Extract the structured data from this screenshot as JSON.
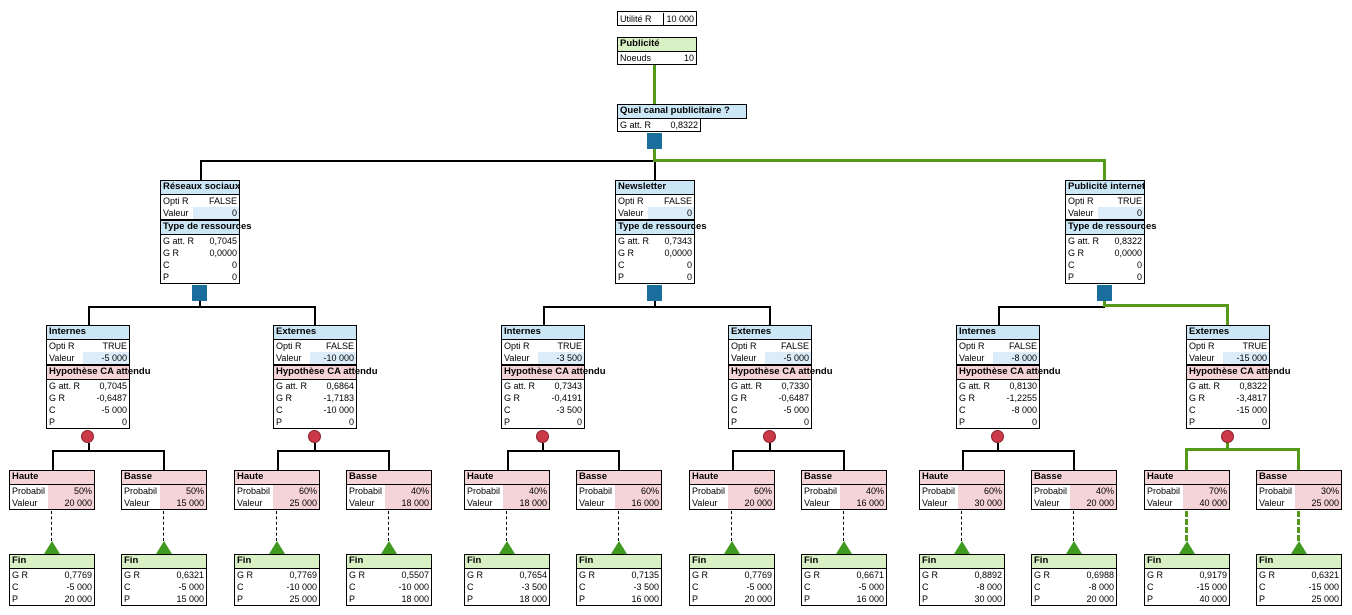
{
  "top": {
    "utility_label": "Utilité R",
    "utility_value": "10 000",
    "title": "Publicité",
    "nodes_label": "Noeuds",
    "nodes_value": "10"
  },
  "root": {
    "question": "Quel canal publicitaire ?",
    "gatt_value": "0,8322"
  },
  "lab": {
    "opti": "Opti R",
    "val": "Valeur",
    "gatt": "G att. R",
    "gr": "G R",
    "c": "C",
    "p": "P",
    "prob": "Probabil",
    "fin": "Fin"
  },
  "alts": [
    {
      "name": "Réseaux sociaux",
      "opti": "FALSE",
      "val": "0",
      "sec": "Type de ressources",
      "gatt": "0,7045",
      "gr": "0,0000",
      "c": "0",
      "p": "0",
      "opts": [
        {
          "name": "Internes",
          "opti": "TRUE",
          "val": "-5 000",
          "sec": "Hypothèse CA attendu",
          "gatt": "0,7045",
          "gr": "-0,6487",
          "c": "-5 000",
          "p": "0",
          "outs": [
            {
              "name": "Haute",
              "prob": "50%",
              "val": "20 000",
              "fin": {
                "gr": "0,7769",
                "c": "-5 000",
                "p": "20 000"
              }
            },
            {
              "name": "Basse",
              "prob": "50%",
              "val": "15 000",
              "fin": {
                "gr": "0,6321",
                "c": "-5 000",
                "p": "15 000"
              }
            }
          ]
        },
        {
          "name": "Externes",
          "opti": "FALSE",
          "val": "-10 000",
          "sec": "Hypothèse CA attendu",
          "gatt": "0,6864",
          "gr": "-1,7183",
          "c": "-10 000",
          "p": "0",
          "outs": [
            {
              "name": "Haute",
              "prob": "60%",
              "val": "25 000",
              "fin": {
                "gr": "0,7769",
                "c": "-10 000",
                "p": "25 000"
              }
            },
            {
              "name": "Basse",
              "prob": "40%",
              "val": "18 000",
              "fin": {
                "gr": "0,5507",
                "c": "-10 000",
                "p": "18 000"
              }
            }
          ]
        }
      ]
    },
    {
      "name": "Newsletter",
      "opti": "FALSE",
      "val": "0",
      "sec": "Type de ressources",
      "gatt": "0,7343",
      "gr": "0,0000",
      "c": "0",
      "p": "0",
      "opts": [
        {
          "name": "Internes",
          "opti": "TRUE",
          "val": "-3 500",
          "sec": "Hypothèse CA attendu",
          "gatt": "0,7343",
          "gr": "-0,4191",
          "c": "-3 500",
          "p": "0",
          "outs": [
            {
              "name": "Haute",
              "prob": "40%",
              "val": "18 000",
              "fin": {
                "gr": "0,7654",
                "c": "-3 500",
                "p": "18 000"
              }
            },
            {
              "name": "Basse",
              "prob": "60%",
              "val": "16 000",
              "fin": {
                "gr": "0,7135",
                "c": "-3 500",
                "p": "16 000"
              }
            }
          ]
        },
        {
          "name": "Externes",
          "opti": "FALSE",
          "val": "-5 000",
          "sec": "Hypothèse CA attendu",
          "gatt": "0,7330",
          "gr": "-0,6487",
          "c": "-5 000",
          "p": "0",
          "outs": [
            {
              "name": "Haute",
              "prob": "60%",
              "val": "20 000",
              "fin": {
                "gr": "0,7769",
                "c": "-5 000",
                "p": "20 000"
              }
            },
            {
              "name": "Basse",
              "prob": "40%",
              "val": "16 000",
              "fin": {
                "gr": "0,6671",
                "c": "-5 000",
                "p": "16 000"
              }
            }
          ]
        }
      ]
    },
    {
      "name": "Publicité internet",
      "opti": "TRUE",
      "val": "0",
      "sec": "Type de ressources",
      "gatt": "0,8322",
      "gr": "0,0000",
      "c": "0",
      "p": "0",
      "opts": [
        {
          "name": "Internes",
          "opti": "FALSE",
          "val": "-8 000",
          "sec": "Hypothèse CA attendu",
          "gatt": "0,8130",
          "gr": "-1,2255",
          "c": "-8 000",
          "p": "0",
          "outs": [
            {
              "name": "Haute",
              "prob": "60%",
              "val": "30 000",
              "fin": {
                "gr": "0,8892",
                "c": "-8 000",
                "p": "30 000"
              }
            },
            {
              "name": "Basse",
              "prob": "40%",
              "val": "20 000",
              "fin": {
                "gr": "0,6988",
                "c": "-8 000",
                "p": "20 000"
              }
            }
          ]
        },
        {
          "name": "Externes",
          "opti": "TRUE",
          "val": "-15 000",
          "sec": "Hypothèse CA attendu",
          "gatt": "0,8322",
          "gr": "-3,4817",
          "c": "-15 000",
          "p": "0",
          "outs": [
            {
              "name": "Haute",
              "prob": "70%",
              "val": "40 000",
              "fin": {
                "gr": "0,9179",
                "c": "-15 000",
                "p": "40 000"
              }
            },
            {
              "name": "Basse",
              "prob": "30%",
              "val": "25 000",
              "fin": {
                "gr": "0,6321",
                "c": "-15 000",
                "p": "25 000"
              }
            }
          ]
        }
      ]
    }
  ],
  "colors": {
    "optimal_path_green": "#55991b",
    "decision_node_blue": "#1a6e9e",
    "chance_node_red": "#cb3848",
    "terminal_node_green": "#3f9a1f",
    "decision_header_blue": "#cbe7f6",
    "chance_header_pink": "#f5d4d8",
    "terminal_header_green": "#d9efc4",
    "value_cell_blue": "#dcedf9"
  }
}
